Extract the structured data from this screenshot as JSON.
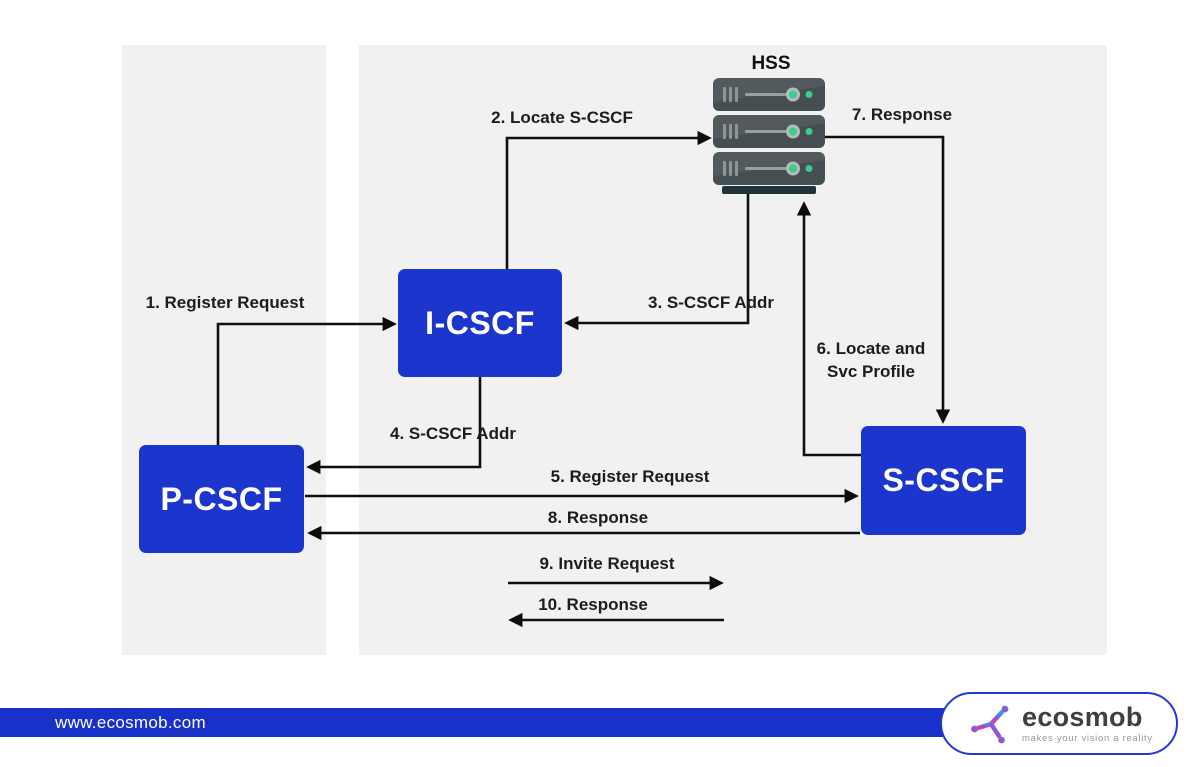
{
  "diagram": {
    "hss": {
      "label": "HSS"
    },
    "nodes": {
      "icscf": {
        "label": "I-CSCF"
      },
      "pcscf": {
        "label": "P-CSCF"
      },
      "scscf": {
        "label": "S-CSCF"
      }
    },
    "steps": [
      {
        "id": 1,
        "label": "1. Register Request",
        "from": "P-CSCF",
        "to": "I-CSCF"
      },
      {
        "id": 2,
        "label": "2. Locate S-CSCF",
        "from": "I-CSCF",
        "to": "HSS"
      },
      {
        "id": 3,
        "label": "3. S-CSCF Addr",
        "from": "HSS",
        "to": "I-CSCF"
      },
      {
        "id": 4,
        "label": "4. S-CSCF Addr",
        "from": "I-CSCF",
        "to": "P-CSCF"
      },
      {
        "id": 5,
        "label": "5. Register Request",
        "from": "P-CSCF",
        "to": "S-CSCF"
      },
      {
        "id": 6,
        "label": "6. Locate and\nSvc Profile",
        "from": "S-CSCF",
        "to": "HSS"
      },
      {
        "id": 7,
        "label": "7. Response",
        "from": "HSS",
        "to": "S-CSCF"
      },
      {
        "id": 8,
        "label": "8. Response",
        "from": "S-CSCF",
        "to": "P-CSCF"
      },
      {
        "id": 9,
        "label": "9. Invite Request",
        "from": "P-CSCF",
        "to": "S-CSCF"
      },
      {
        "id": 10,
        "label": "10. Response",
        "from": "S-CSCF",
        "to": "P-CSCF"
      }
    ]
  },
  "footer": {
    "website": "www.ecosmob.com",
    "brand": "ecosmob",
    "tagline": "makes your vision a reality"
  },
  "colors": {
    "accent_blue": "#1b35cd",
    "footer_blue": "#1731c9",
    "panel_gray": "#f1f1f2",
    "line_black": "#0f0f0f",
    "server_body": "#454e51",
    "server_base": "#22343a",
    "led_green": "#38cf8e",
    "logo_gradient": [
      "#e93d8f",
      "#9a4fd8",
      "#10b6e8"
    ]
  }
}
